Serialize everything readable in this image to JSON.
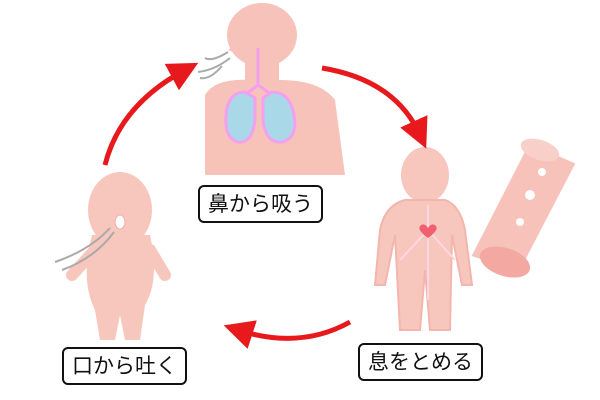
{
  "steps": {
    "inhale": "鼻から吸う",
    "hold": "息をとめる",
    "exhale": "口から吐く"
  },
  "colors": {
    "arrow": "#e8191c",
    "body": "#f6b8ad",
    "lung": "#a9d9e8",
    "lung_outline": "#f3a0f0"
  }
}
